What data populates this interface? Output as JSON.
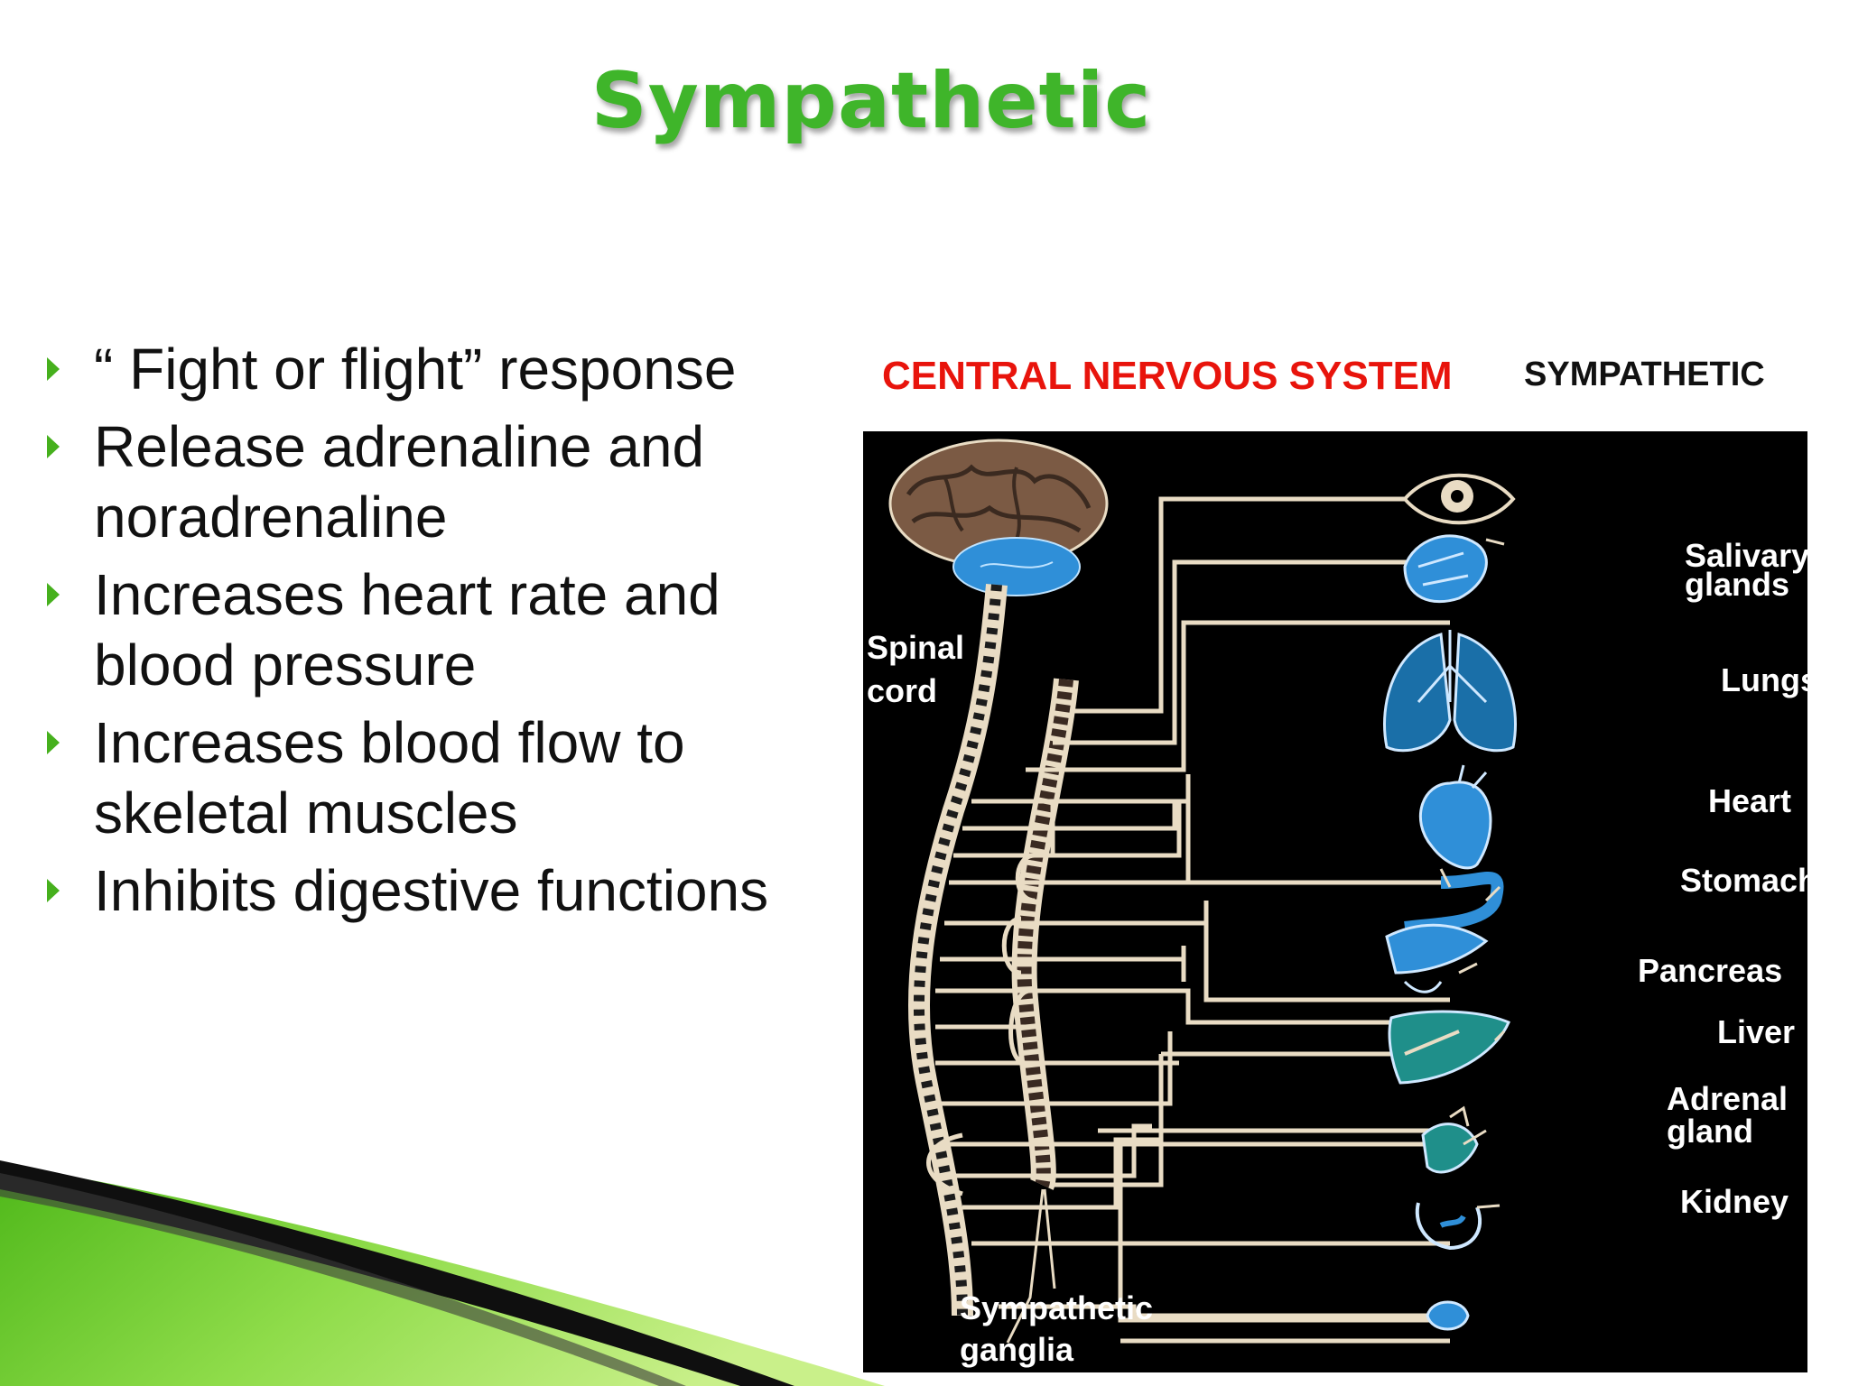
{
  "slide": {
    "title": "Sympathetic",
    "bullets": [
      "“ Fight or flight” response",
      "Release adrenaline and noradrenaline",
      "Increases heart rate and blood pressure",
      "Increases blood flow to skeletal muscles",
      "Inhibits digestive functions"
    ]
  },
  "diagram": {
    "heading_left": "CENTRAL NERVOUS SYSTEM",
    "heading_right": "SYMPATHETIC",
    "labels": {
      "spinal_cord_1": "Spinal",
      "spinal_cord_2": "cord",
      "salivary_1": "Salivary",
      "salivary_2": "glands",
      "lungs": "Lungs",
      "heart": "Heart",
      "stomach": "Stomach",
      "pancreas": "Pancreas",
      "liver": "Liver",
      "adrenal_1": "Adrenal",
      "adrenal_2": "gland",
      "kidney": "Kidney",
      "ganglia_1": "Sympathetic",
      "ganglia_2": "ganglia"
    }
  },
  "colors": {
    "title": "#3fb52a",
    "heading_left": "#e8140c",
    "nerve": "#e9dcc4",
    "organ": "#2f8fd8",
    "accent_green": "#46b01d"
  }
}
